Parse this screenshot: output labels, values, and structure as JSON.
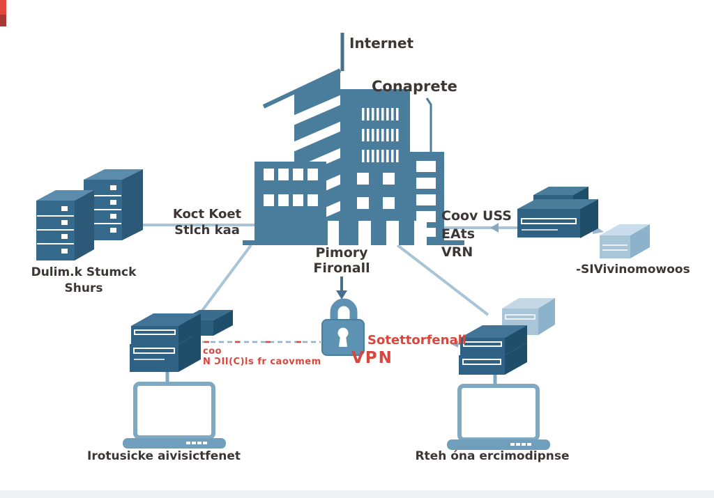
{
  "diagram_type": "corporate-network-vpn-diagram",
  "colors": {
    "steel_blue": "#4a7c9b",
    "dark_device_blue": "#2f6285",
    "device_side_blue": "#1f4e6b",
    "device_top_blue": "#417496",
    "light_device_blue": "#a9c6d9",
    "link_line_blue": "#a9c4d6",
    "lock_blue": "#5d92b2",
    "laptop_blue": "#7fa8c2",
    "alert_red": "#d8473d",
    "corner_red": "#e2483c",
    "text_dark": "#3c3734"
  },
  "labels": {
    "internet": "Internet",
    "corporate": "Conaprete",
    "left_link": [
      "Koct Koet",
      "Stlch kaa"
    ],
    "firewall": [
      "Pimory",
      "Fironall"
    ],
    "right_link": [
      "Coov USS",
      "EAts",
      "VRN"
    ],
    "left_servers": [
      "Dulim.k Stumck",
      "Shurs"
    ],
    "right_appliance": "-SIVivinomowoos",
    "tunnel_left": [
      "coo",
      "N ƆII(C)ls fr caovmem"
    ],
    "tunnel_right": [
      "Sotettorfenali",
      "VPN"
    ],
    "left_workstation": "Irotusicke aivisictfenet",
    "right_workstation": "Rteh óna ercimodipnse"
  },
  "icons": {
    "building": "corporate-building-icon",
    "padlock": "padlock-icon",
    "server_stack": "server-stack-icon",
    "router_stack": "router-stack-icon",
    "appliance": "network-appliance-icon",
    "laptop": "laptop-icon",
    "arrows": [
      "down-arrow-icon",
      "left-arrow-icon",
      "right-arrow-icon"
    ]
  }
}
